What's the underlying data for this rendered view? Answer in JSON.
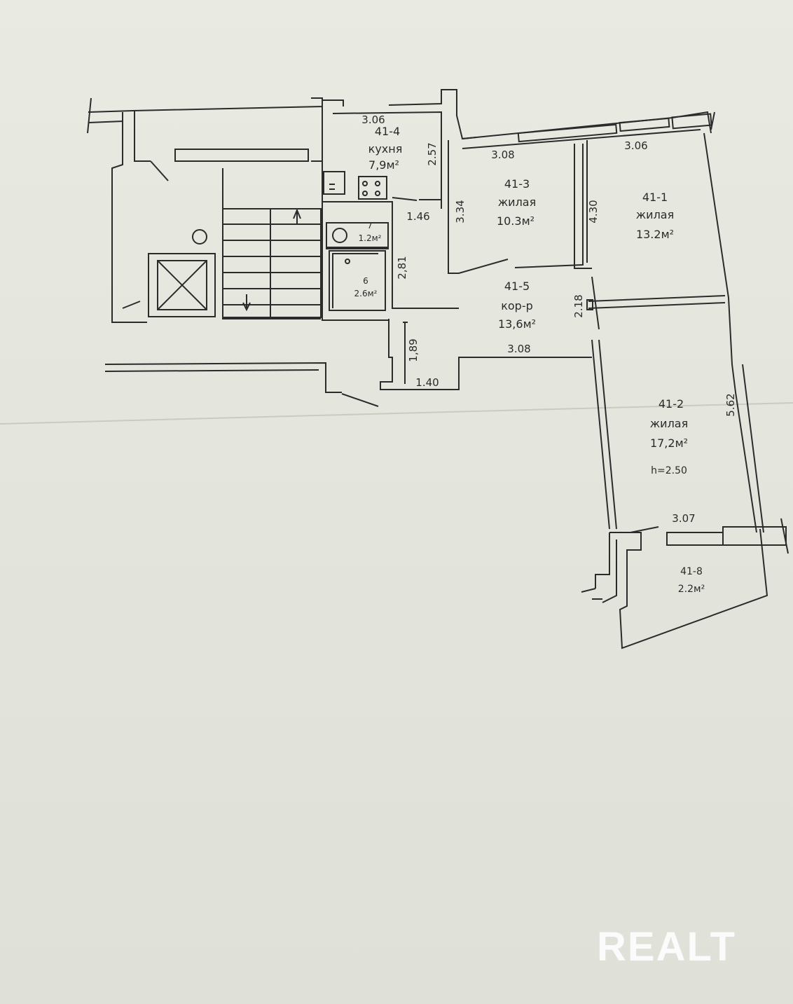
{
  "rooms": [
    {
      "id": "41-4",
      "name": "кухня",
      "area": "7,9м²"
    },
    {
      "id": "41-3",
      "name": "жилая",
      "area": "10.3м²"
    },
    {
      "id": "41-1",
      "name": "жилая",
      "area": "13.2м²"
    },
    {
      "id": "41-5",
      "name": "кор-р",
      "area": "13,6м²"
    },
    {
      "id": "41-2",
      "name": "жилая",
      "area": "17,2м²",
      "height": "h=2.50"
    },
    {
      "id": "41-8",
      "area": "2.2м²"
    },
    {
      "id": "7",
      "area": "1.2м²"
    },
    {
      "id": "6",
      "area": "2.6м²"
    }
  ],
  "dimensions": {
    "kitchen_top": "3.06",
    "kitchen_side": "2.57",
    "room3_top": "3.08",
    "room3_side": "3.34",
    "room1_top": "3.06",
    "room1_side": "4.30",
    "bath_width": "1.46",
    "bath_side": "2,81",
    "corridor_door": "2.18",
    "nook_side": "1,89",
    "nook_bottom": "1.40",
    "corridor_bottom": "3.08",
    "room2_side": "5.62",
    "room2_bottom": "3.07"
  },
  "watermark": "REALT"
}
